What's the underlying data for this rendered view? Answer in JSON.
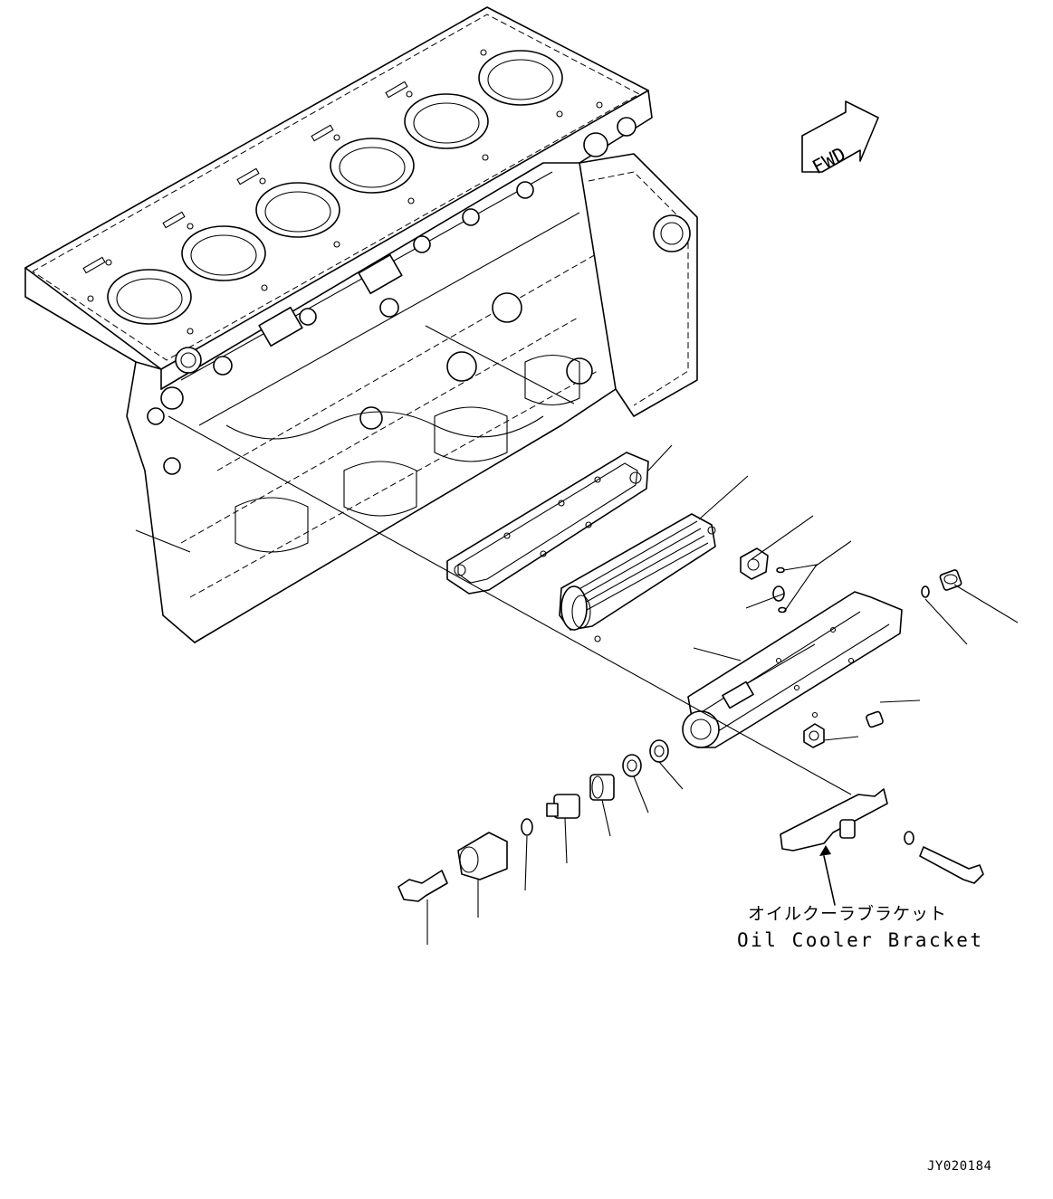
{
  "direction_arrow": {
    "label": "FWD"
  },
  "callout": {
    "label_jp": "オイルクーラブラケット",
    "label_en": "Oil Cooler Bracket"
  },
  "drawing_number": "JY020184"
}
